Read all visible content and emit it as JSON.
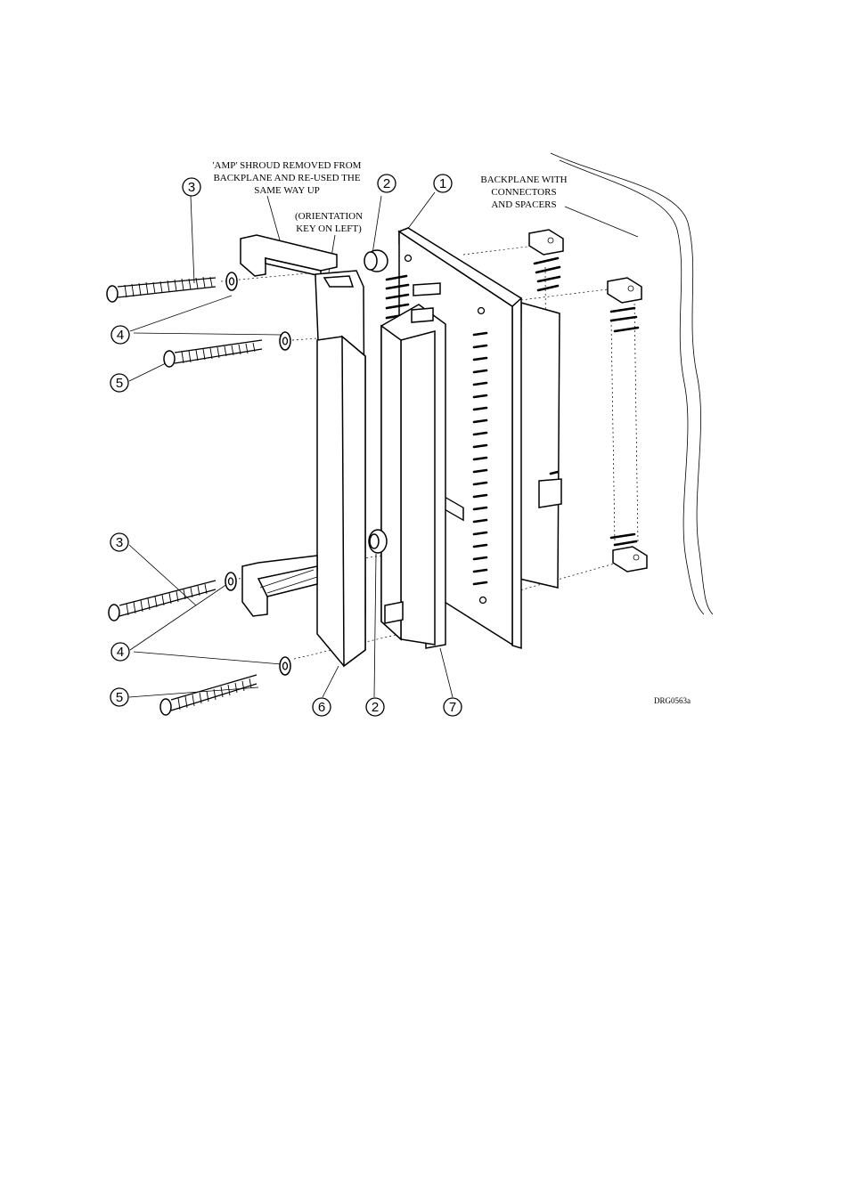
{
  "labels": {
    "amp_shroud": [
      "'AMP' SHROUD REMOVED FROM",
      "BACKPLANE AND RE-USED THE",
      "SAME WAY UP"
    ],
    "orientation_key": [
      "(ORIENTATION",
      "KEY ON LEFT)"
    ],
    "backplane": [
      "BACKPLANE WITH",
      "CONNECTORS",
      "AND SPACERS"
    ]
  },
  "callouts": {
    "c1": "1",
    "c2_top": "2",
    "c2_bottom": "2",
    "c3_top": "3",
    "c3_bottom": "3",
    "c4_top": "4",
    "c4_bottom": "4",
    "c5_top": "5",
    "c5_bottom": "5",
    "c6": "6",
    "c7": "7"
  },
  "drawing_ref": "DRG0563a"
}
